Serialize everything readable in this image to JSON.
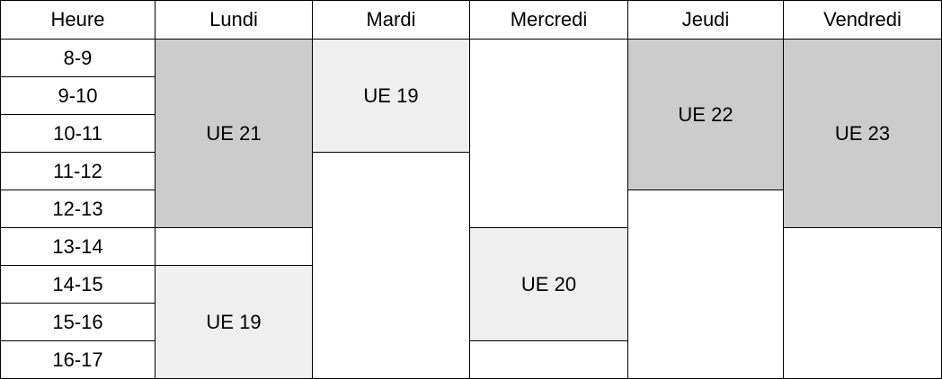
{
  "headers": {
    "hour": "Heure",
    "monday": "Lundi",
    "tuesday": "Mardi",
    "wednesday": "Mercredi",
    "thursday": "Jeudi",
    "friday": "Vendredi"
  },
  "hours": [
    "8-9",
    "9-10",
    "10-11",
    "11-12",
    "12-13",
    "13-14",
    "14-15",
    "15-16",
    "16-17"
  ],
  "courses": {
    "monday_morning": "UE 21",
    "monday_afternoon": "UE 19",
    "tuesday_morning": "UE 19",
    "wednesday_afternoon": "UE 20",
    "thursday_morning": "UE 22",
    "friday_morning": "UE 23"
  },
  "colors": {
    "dark_block": "#cccccc",
    "light_block": "#efefef"
  }
}
